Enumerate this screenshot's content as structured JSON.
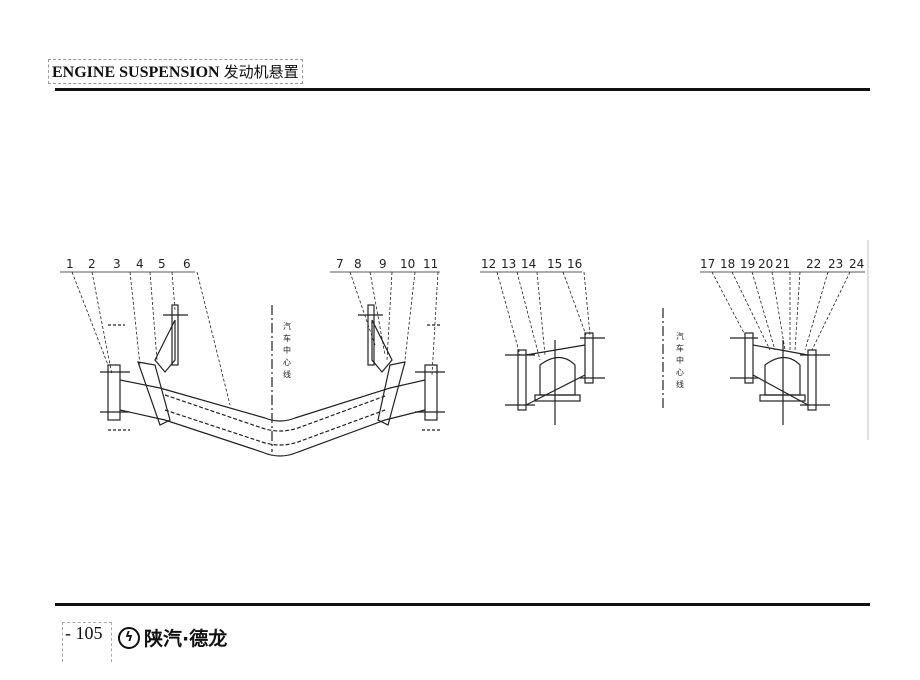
{
  "header": {
    "title_en": "ENGINE SUSPENSION",
    "title_cn": "发动机悬置"
  },
  "footer": {
    "page_number": "- 105",
    "brand": "陕汽·德龙",
    "logo_icon": "shacman-lightning-logo"
  },
  "drawing": {
    "centerline_label": "汽车中心线",
    "front_labels": [
      "1",
      "2",
      "3",
      "4",
      "5",
      "6",
      "7",
      "8",
      "9",
      "10",
      "11"
    ],
    "rear_left_labels": [
      "12",
      "13",
      "14",
      "15",
      "16"
    ],
    "rear_right_labels": [
      "17",
      "18",
      "19",
      "20",
      "21",
      "22",
      "23",
      "24"
    ]
  }
}
